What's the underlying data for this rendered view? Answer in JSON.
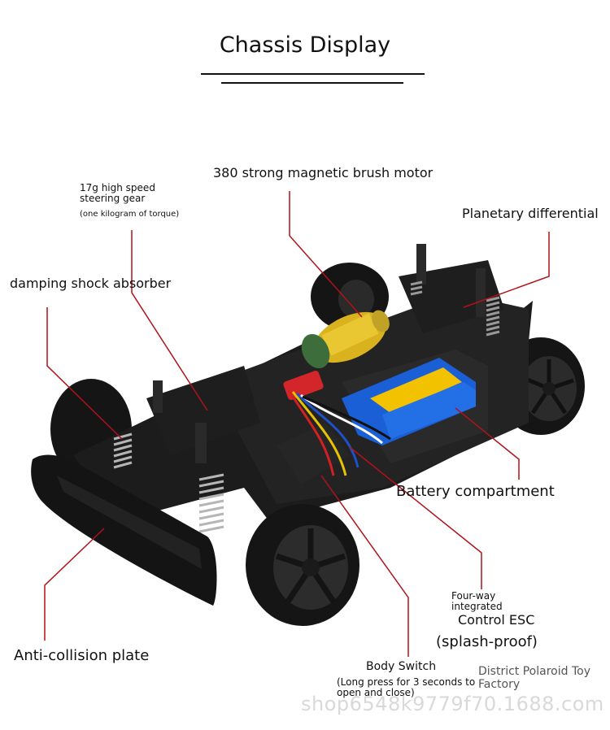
{
  "header": {
    "title": "Chassis Display"
  },
  "labels": {
    "motor": "380 strong magnetic brush motor",
    "steering_line1": "17g high speed",
    "steering_line2": "steering gear",
    "steering_line3": "(one kilogram of torque)",
    "differential": "Planetary differential",
    "shock": "damping shock absorber",
    "battery": "Battery compartment",
    "esc_line1": "Four-way",
    "esc_line2": "integrated",
    "esc_line3": "Control ESC",
    "esc_line4": "(splash-proof)",
    "bumper": "Anti-collision plate",
    "switch_line1": "Body Switch",
    "switch_line2": "(Long press for 3 seconds to",
    "switch_line3": "open and close)"
  },
  "factory": {
    "line1": "District Polaroid Toy",
    "line2": "Factory"
  },
  "watermark": "shop6548k9779f70.1688.com",
  "colors": {
    "leader_line": "#b0121b",
    "battery_blue": "#1a5fd6",
    "battery_label": "#f2c200",
    "motor_gold": "#d9b21d",
    "chassis": "#1c1c1c",
    "tire": "#151515"
  }
}
